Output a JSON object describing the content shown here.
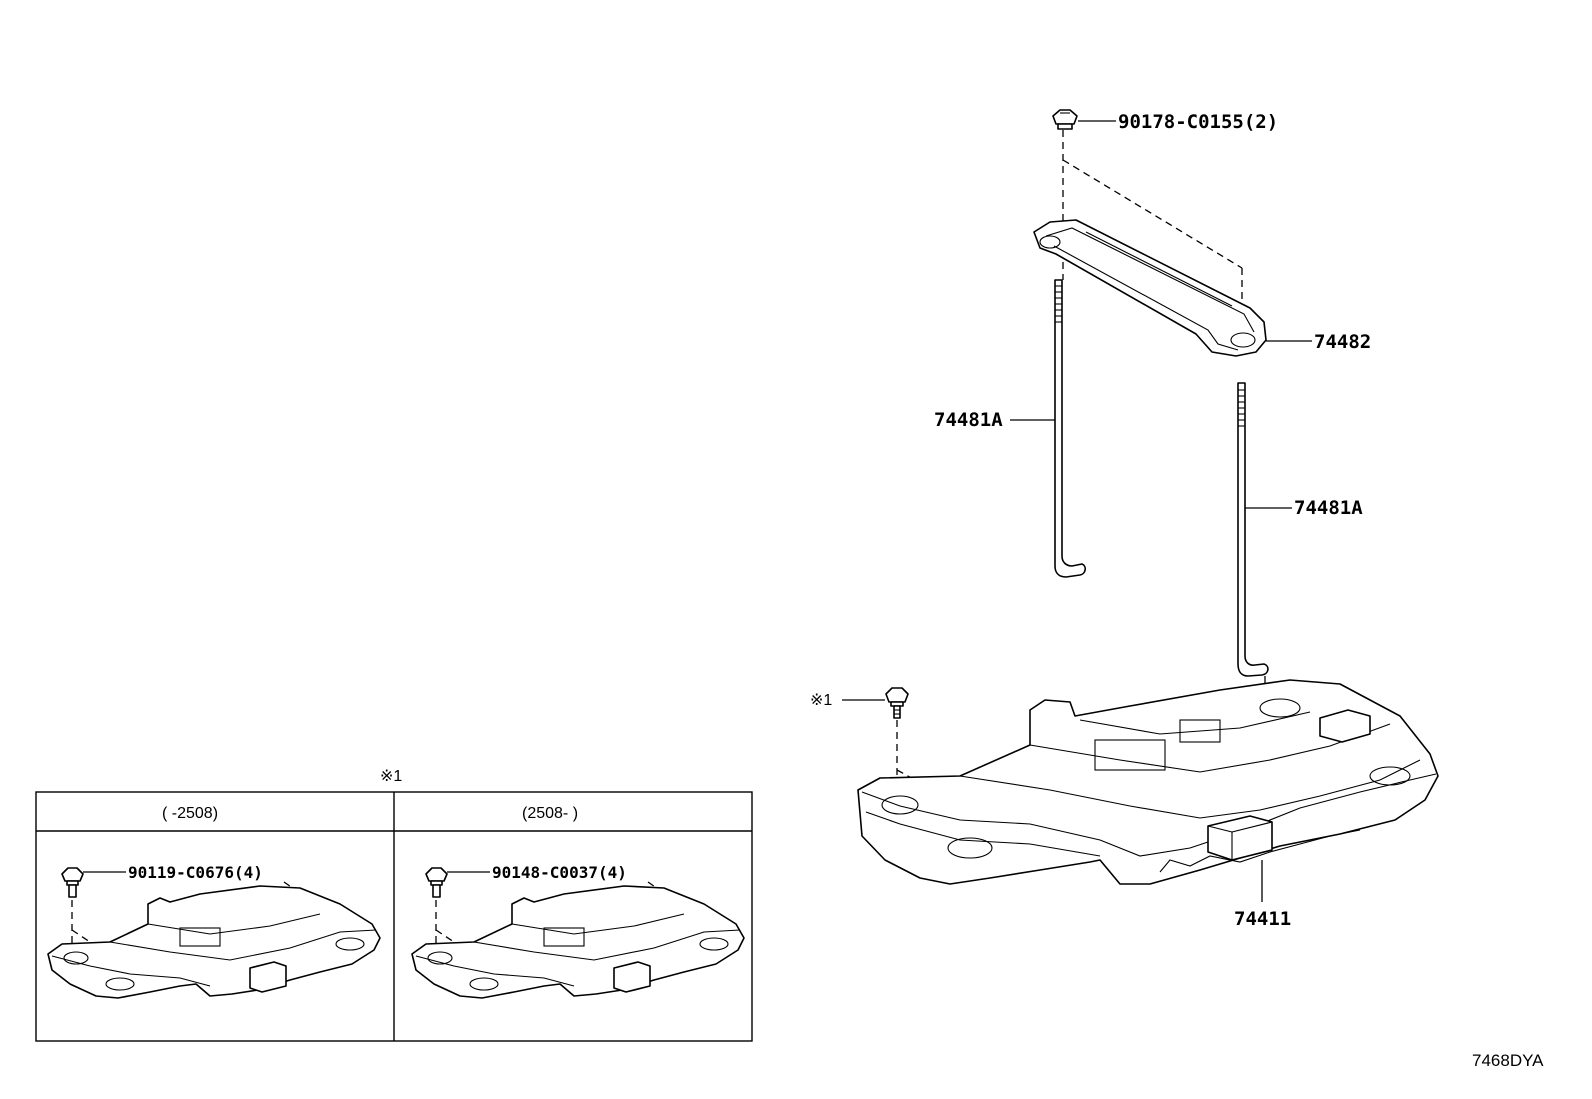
{
  "callouts": {
    "bolt_top": "90178-C0155(2)",
    "hold_down_clamp": "74482",
    "rod_left": "74481A",
    "rod_right": "74481A",
    "tray": "74411",
    "bolt_ref": "※1"
  },
  "inset": {
    "ref_mark": "※1",
    "columns": [
      {
        "header": "(      -2508)",
        "part": "90119-C0676(4)"
      },
      {
        "header": "(2508-      )",
        "part": "90148-C0037(4)"
      }
    ]
  },
  "diagram_code": "7468DYA"
}
